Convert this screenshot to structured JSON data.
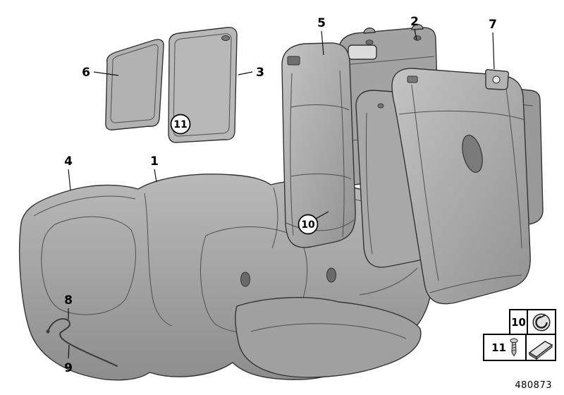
{
  "figure": {
    "part_number": "480873"
  },
  "callouts": {
    "c1": "1",
    "c2": "2",
    "c3": "3",
    "c4": "4",
    "c5": "5",
    "c6": "6",
    "c7": "7",
    "c8": "8",
    "c9": "9",
    "c10": "10",
    "c11": "11"
  },
  "legend": {
    "row1": {
      "id": "10",
      "icon": "fastener-clip-icon"
    },
    "row2": {
      "id": "11",
      "icon": "screw-icon",
      "icon2": "cover-wedge-icon"
    }
  }
}
